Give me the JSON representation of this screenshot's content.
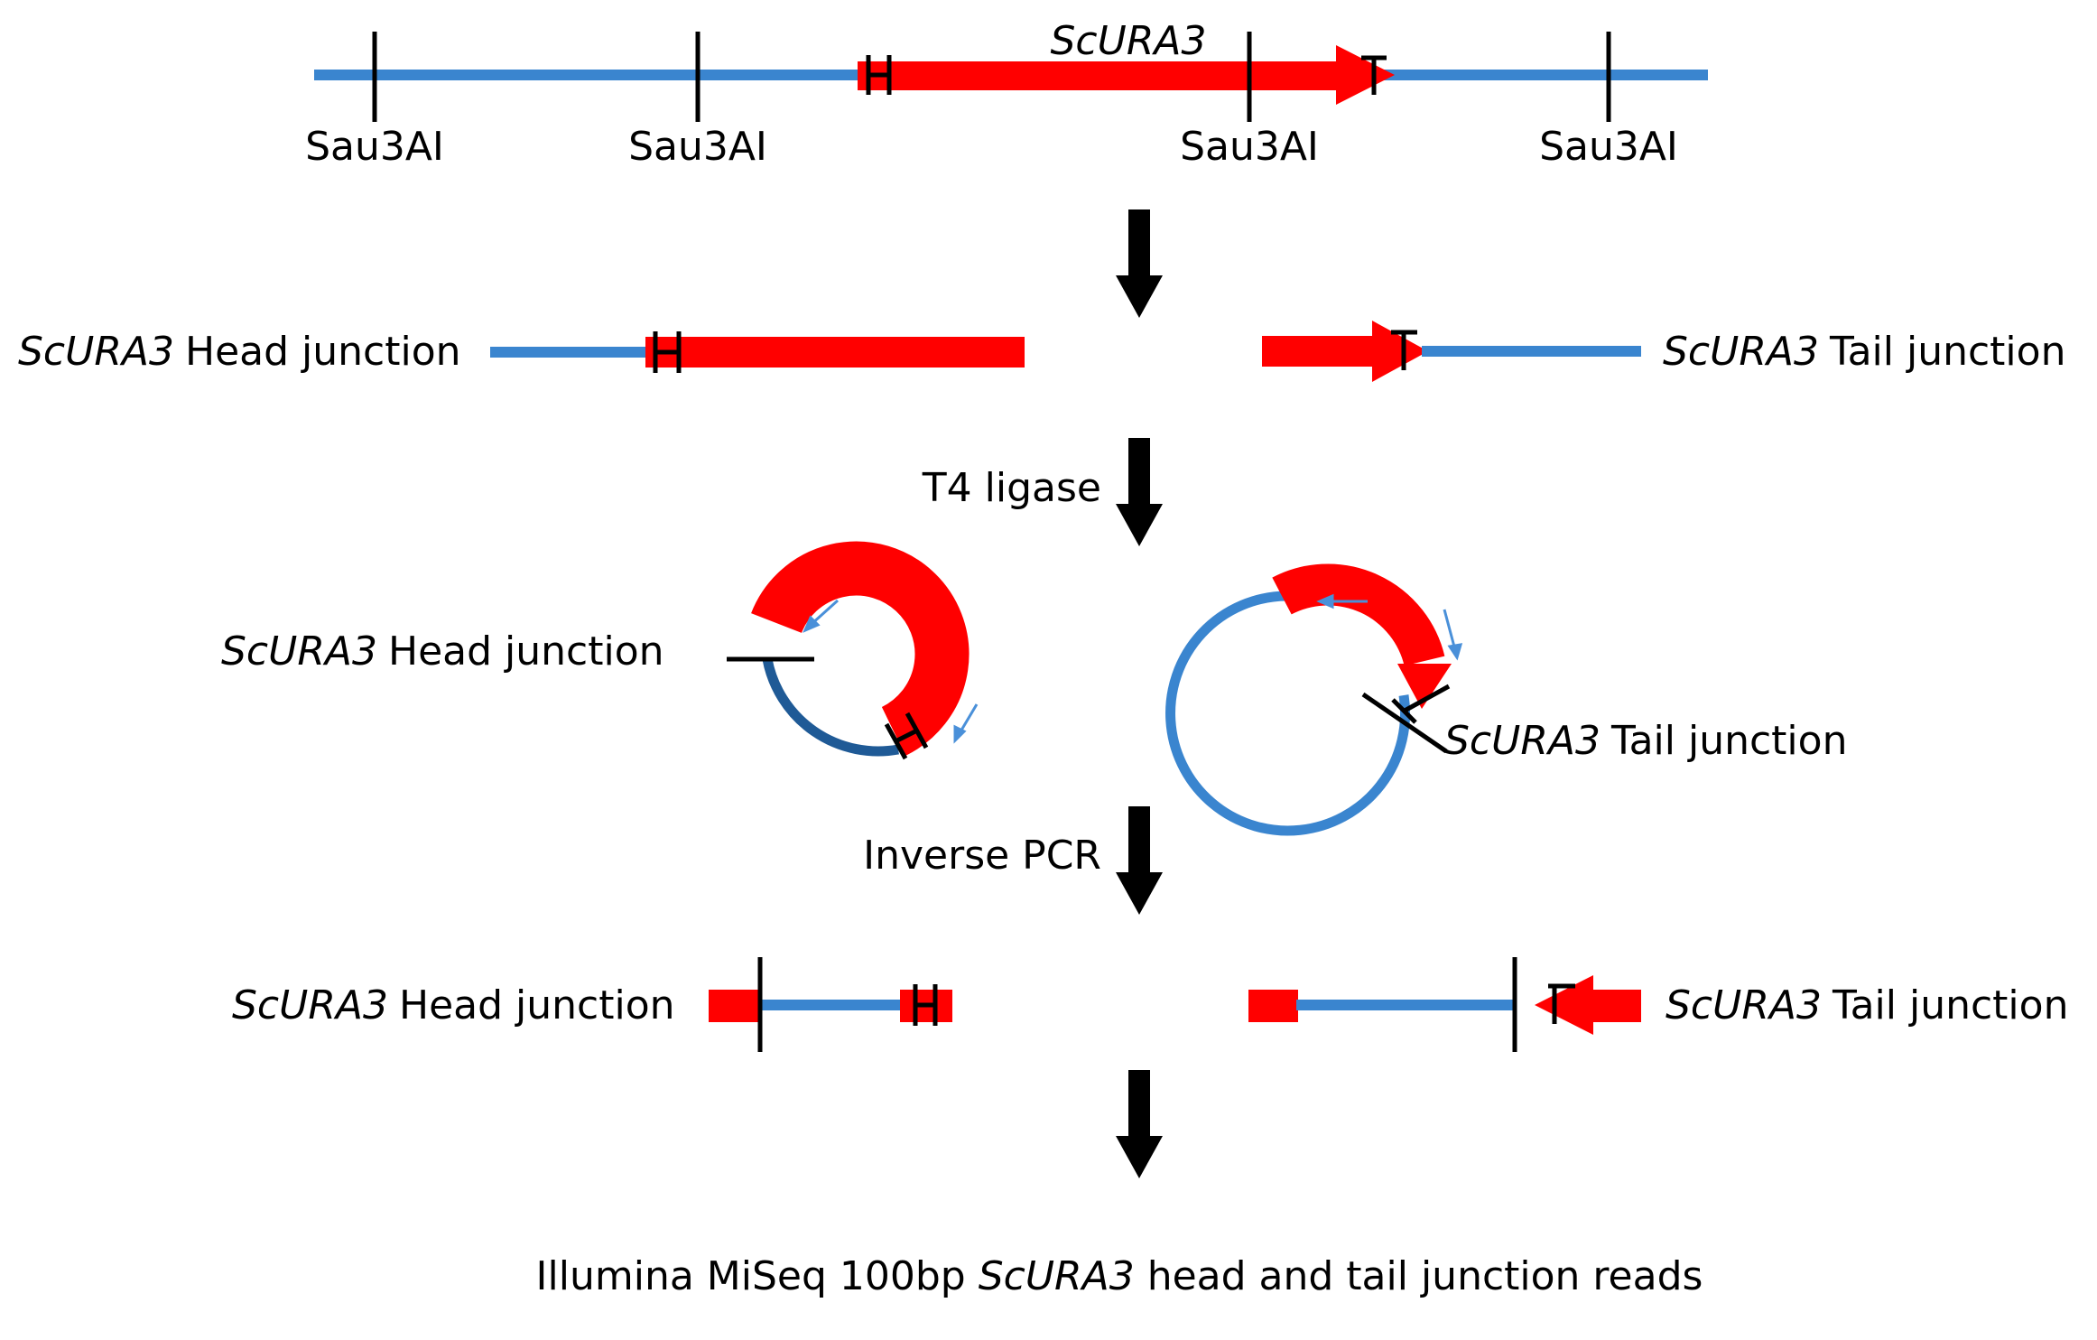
{
  "colors": {
    "dna_blue": "#3a85cf",
    "dna_dark_blue": "#1f5a96",
    "gene_red": "#ff0000",
    "line_black": "#000000",
    "primer_blue": "#4a90d9"
  },
  "icons": {
    "flow_arrow": "down-arrow-icon",
    "primer": "small-arrow-icon"
  },
  "gene_name": "ScURA3",
  "restriction_site": "Sau3AI",
  "junctions": {
    "head": "Head junction",
    "tail": "Tail junction"
  },
  "steps": {
    "ligation": "T4 ligase",
    "inverse_pcr": "Inverse PCR"
  },
  "final_reads": {
    "prefix": "Illumina MiSeq 100bp ",
    "gene": "ScURA3",
    "suffix": " head and tail junction reads"
  }
}
